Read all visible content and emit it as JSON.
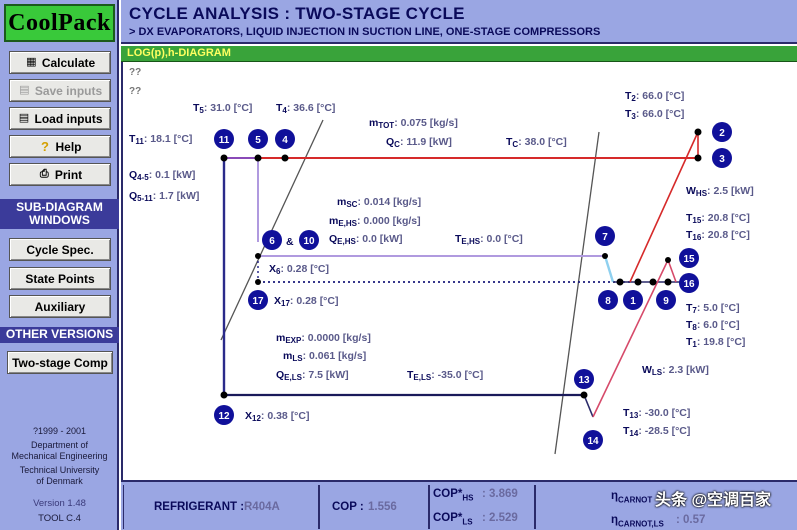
{
  "app": {
    "logo": "CoolPack"
  },
  "sidebar": {
    "buttons": [
      {
        "label": "Calculate",
        "icon": "calculator-icon",
        "glyph": "▦",
        "disabled": false
      },
      {
        "label": "Save inputs",
        "icon": "save-icon",
        "glyph": "▤",
        "disabled": true
      },
      {
        "label": "Load inputs",
        "icon": "load-icon",
        "glyph": "▤",
        "disabled": false
      },
      {
        "label": "Help",
        "icon": "help-icon",
        "glyph": "?",
        "disabled": false
      },
      {
        "label": "Print",
        "icon": "printer-icon",
        "glyph": "⎙",
        "disabled": false
      }
    ],
    "subdiagram_header_line1": "SUB-DIAGRAM",
    "subdiagram_header_line2": "WINDOWS",
    "subdiagram_buttons": [
      "Cycle Spec.",
      "State Points",
      "Auxiliary"
    ],
    "other_versions_header": "OTHER VERSIONS",
    "other_versions_button": "Two-stage Comp",
    "copyright": [
      "?1999 - 2001",
      "Department of",
      "Mechanical Engineering",
      "Technical University",
      "of Denmark"
    ],
    "version": "Version 1.48",
    "tool": "TOOL C.4"
  },
  "header": {
    "title": "CYCLE ANALYSIS : TWO-STAGE CYCLE",
    "subtitle": "> DX EVAPORATORS, LIQUID INJECTION IN SUCTION LINE, ONE-STAGE COMPRESSORS"
  },
  "diagram": {
    "title": "LOG(p),h-DIAGRAM",
    "placeholder_1": "??",
    "placeholder_2": "??",
    "labels": {
      "t5": "T",
      "t5_sub": "5",
      "t5_val": ": 31.0 [°C]",
      "t4": "T",
      "t4_sub": "4",
      "t4_val": ": 36.6 [°C]",
      "t11": "T",
      "t11_sub": "11",
      "t11_val": ": 18.1 [°C]",
      "mtot": "m",
      "mtot_sub": "TOT",
      "mtot_val": ": 0.075 [kg/s]",
      "qc": "Q",
      "qc_sub": "C",
      "qc_val": ": 11.9 [kW]",
      "tc": "T",
      "tc_sub": "C",
      "tc_val": ": 38.0 [°C]",
      "t2": "T",
      "t2_sub": "2",
      "t2_val": ": 66.0 [°C]",
      "t3": "T",
      "t3_sub": "3",
      "t3_val": ": 66.0 [°C]",
      "q45": "Q",
      "q45_sub": "4-5",
      "q45_val": ": 0.1 [kW]",
      "q511": "Q",
      "q511_sub": "5-11",
      "q511_val": ": 1.7 [kW]",
      "whs": "W",
      "whs_sub": "HS",
      "whs_val": ": 2.5 [kW]",
      "msc": "m",
      "msc_sub": "SC",
      "msc_val": ": 0.014 [kg/s]",
      "mehs": "m",
      "mehs_sub": "E,HS",
      "mehs_val": ": 0.000 [kg/s]",
      "qehs": "Q",
      "qehs_sub": "E,HS",
      "qehs_val": ": 0.0 [kW]",
      "tehs": "T",
      "tehs_sub": "E,HS",
      "tehs_val": ": 0.0 [°C]",
      "t15": "T",
      "t15_sub": "15",
      "t15_val": ": 20.8 [°C]",
      "t16": "T",
      "t16_sub": "16",
      "t16_val": ": 20.8 [°C]",
      "amp": "&",
      "x6": "X",
      "x6_sub": "6",
      "x6_val": ": 0.28 [°C]",
      "x17": "X",
      "x17_sub": "17",
      "x17_val": ": 0.28 [°C]",
      "t7": "T",
      "t7_sub": "7",
      "t7_val": ": 5.0 [°C]",
      "t8": "T",
      "t8_sub": "8",
      "t8_val": ": 6.0 [°C]",
      "t1": "T",
      "t1_sub": "1",
      "t1_val": ": 19.8 [°C]",
      "mexp": "m",
      "mexp_sub": "EXP",
      "mexp_val": ": 0.0000 [kg/s]",
      "mls": "m",
      "mls_sub": "LS",
      "mls_val": ": 0.061 [kg/s]",
      "qels": "Q",
      "qels_sub": "E,LS",
      "qels_val": ": 7.5 [kW]",
      "tels": "T",
      "tels_sub": "E,LS",
      "tels_val": ": -35.0 [°C]",
      "wls": "W",
      "wls_sub": "LS",
      "wls_val": ": 2.3 [kW]",
      "x12": "X",
      "x12_sub": "12",
      "x12_val": ": 0.38 [°C]",
      "t13": "T",
      "t13_sub": "13",
      "t13_val": ": -30.0 [°C]",
      "t14": "T",
      "t14_sub": "14",
      "t14_val": ": -28.5 [°C]"
    },
    "points": [
      "11",
      "5",
      "4",
      "2",
      "3",
      "6",
      "10",
      "7",
      "15",
      "16",
      "17",
      "8",
      "1",
      "9",
      "13",
      "12",
      "14"
    ],
    "colors": {
      "point": "#10109a",
      "point_text": "#ffffff",
      "label_name": "#0a0a5a",
      "label_value": "#5a5a8a"
    }
  },
  "footer": {
    "refrigerant_label": "REFRIGERANT :",
    "refrigerant_value": "R404A",
    "cop_label": "COP :",
    "cop_value": "1.556",
    "cop_hs_label": "COP*",
    "cop_hs_sub": "HS",
    "cop_hs_value": ": 3.869",
    "cop_ls_label": "COP*",
    "cop_ls_sub": "LS",
    "cop_ls_value": ": 2.529",
    "eta_carnot_label": "η",
    "eta_carnot_sub": "CARNOT",
    "eta_carnot_ls_sub": "CARNOT,LS",
    "eta_carnot_ls_value": ": 0.57"
  },
  "watermark": "头条 @空调百家"
}
